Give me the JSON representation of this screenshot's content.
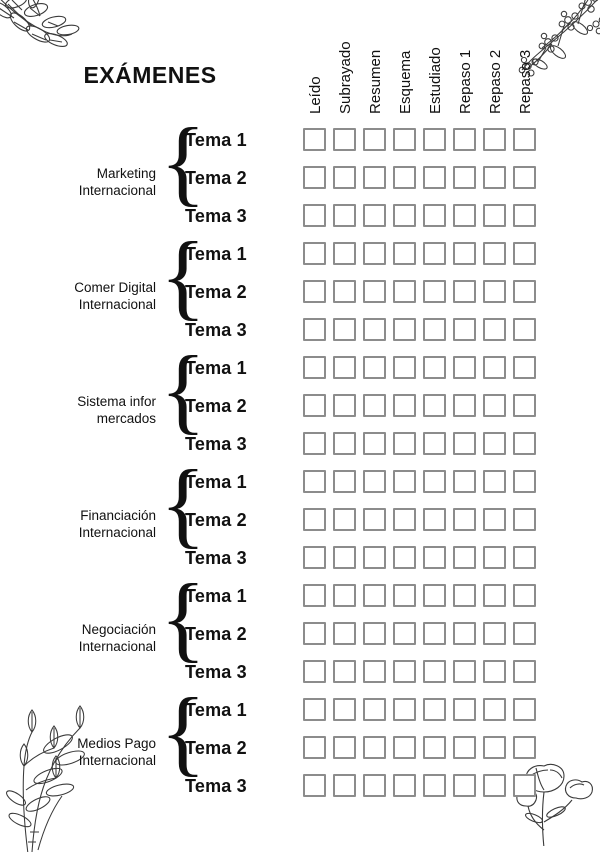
{
  "page": {
    "title": "EXÁMENES"
  },
  "columns": [
    {
      "label": "Leído"
    },
    {
      "label": "Subrayado"
    },
    {
      "label": "Resumen"
    },
    {
      "label": "Esquema"
    },
    {
      "label": "Estudiado"
    },
    {
      "label": "Repaso 1"
    },
    {
      "label": "Repaso 2"
    },
    {
      "label": "Repaso 3"
    }
  ],
  "subjects": [
    {
      "line1": "Marketing",
      "line2": "Internacional",
      "topics": [
        {
          "label": "Tema 1",
          "checked": [
            false,
            false,
            false,
            false,
            false,
            false,
            false,
            false
          ]
        },
        {
          "label": "Tema 2",
          "checked": [
            false,
            false,
            false,
            false,
            false,
            false,
            false,
            false
          ]
        },
        {
          "label": "Tema 3",
          "checked": [
            false,
            false,
            false,
            false,
            false,
            false,
            false,
            false
          ]
        }
      ]
    },
    {
      "line1": "Comer Digital",
      "line2": "Internacional",
      "topics": [
        {
          "label": "Tema 1",
          "checked": [
            false,
            false,
            false,
            false,
            false,
            false,
            false,
            false
          ]
        },
        {
          "label": "Tema 2",
          "checked": [
            false,
            false,
            false,
            false,
            false,
            false,
            false,
            false
          ]
        },
        {
          "label": "Tema 3",
          "checked": [
            false,
            false,
            false,
            false,
            false,
            false,
            false,
            false
          ]
        }
      ]
    },
    {
      "line1": "Sistema infor",
      "line2": "mercados",
      "topics": [
        {
          "label": "Tema 1",
          "checked": [
            false,
            false,
            false,
            false,
            false,
            false,
            false,
            false
          ]
        },
        {
          "label": "Tema 2",
          "checked": [
            false,
            false,
            false,
            false,
            false,
            false,
            false,
            false
          ]
        },
        {
          "label": "Tema 3",
          "checked": [
            false,
            false,
            false,
            false,
            false,
            false,
            false,
            false
          ]
        }
      ]
    },
    {
      "line1": "Financiación",
      "line2": "Internacional",
      "topics": [
        {
          "label": "Tema 1",
          "checked": [
            false,
            false,
            false,
            false,
            false,
            false,
            false,
            false
          ]
        },
        {
          "label": "Tema 2",
          "checked": [
            false,
            false,
            false,
            false,
            false,
            false,
            false,
            false
          ]
        },
        {
          "label": "Tema 3",
          "checked": [
            false,
            false,
            false,
            false,
            false,
            false,
            false,
            false
          ]
        }
      ]
    },
    {
      "line1": "Negociación",
      "line2": "Internacional",
      "topics": [
        {
          "label": "Tema 1",
          "checked": [
            false,
            false,
            false,
            false,
            false,
            false,
            false,
            false
          ]
        },
        {
          "label": "Tema 2",
          "checked": [
            false,
            false,
            false,
            false,
            false,
            false,
            false,
            false
          ]
        },
        {
          "label": "Tema 3",
          "checked": [
            false,
            false,
            false,
            false,
            false,
            false,
            false,
            false
          ]
        }
      ]
    },
    {
      "line1": "Medios Pago",
      "line2": "Internacional",
      "topics": [
        {
          "label": "Tema 1",
          "checked": [
            false,
            false,
            false,
            false,
            false,
            false,
            false,
            false
          ]
        },
        {
          "label": "Tema 2",
          "checked": [
            false,
            false,
            false,
            false,
            false,
            false,
            false,
            false
          ]
        },
        {
          "label": "Tema 3",
          "checked": [
            false,
            false,
            false,
            false,
            false,
            false,
            false,
            false
          ]
        }
      ]
    }
  ],
  "decorations": {
    "top_left": "leaf-branch-sprig",
    "top_right": "flowering-branch-sprig",
    "bottom_left": "wildflower-stem-sprig",
    "bottom_right": "poppy-flowers-sprig"
  },
  "colors": {
    "ink": "#1a1a1a",
    "checkbox_border": "#8c8c8c",
    "paper": "#ffffff"
  },
  "brace_glyph": "{"
}
